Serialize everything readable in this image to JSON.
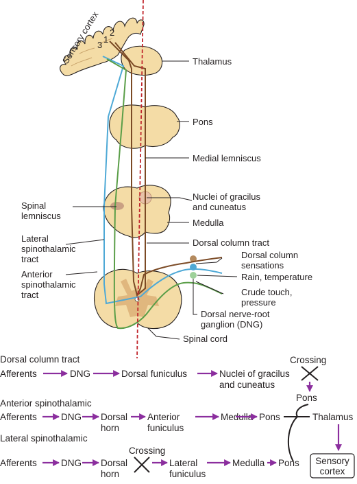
{
  "labels": {
    "cortex": "Sensory cortex",
    "n3": "3",
    "n1": "1",
    "n2": "2",
    "thalamus": "Thalamus",
    "pons": "Pons",
    "medial_lemniscus": "Medial lemniscus",
    "nuclei_1": "Nuclei of gracilus",
    "nuclei_2": "and cuneatus",
    "spinal_lem_1": "Spinal",
    "spinal_lem_2": "lemniscus",
    "medulla": "Medulla",
    "lateral_st_1": "Lateral",
    "lateral_st_2": "spinothalamic",
    "lateral_st_3": "tract",
    "dorsal_col_tract": "Dorsal column tract",
    "anterior_st_1": "Anterior",
    "anterior_st_2": "spinothalamic",
    "anterior_st_3": "tract",
    "dcs_1": "Dorsal column",
    "dcs_2": "sensations",
    "rain_temp": "Rain, temperature",
    "crude_1": "Crude touch,",
    "crude_2": "pressure",
    "dng_1": "Dorsal nerve-root",
    "dng_2": "ganglion (DNG)",
    "spinal_cord": "Spinal cord"
  },
  "flow": {
    "dorsal": {
      "heading": "Dorsal column tract",
      "steps": [
        "Afferents",
        "DNG",
        "Dorsal funiculus"
      ],
      "nuclei_1": "Nuclei of gracilus",
      "nuclei_2": "and cuneatus",
      "crossing": "Crossing",
      "pons": "Pons"
    },
    "anterior": {
      "heading": "Anterior spinothalamic",
      "afferents": "Afferents",
      "dng": "DNG",
      "horn_1": "Dorsal",
      "horn_2": "horn",
      "fun_1": "Anterior",
      "fun_2": "funiculus",
      "medulla": "Medulla",
      "pons": "Pons",
      "thalamus": "Thalamus"
    },
    "lateral": {
      "heading": "Lateral spinothalamic",
      "afferents": "Afferents",
      "dng": "DNG",
      "horn_1": "Dorsal",
      "horn_2": "horn",
      "crossing": "Crossing",
      "fun_1": "Lateral",
      "fun_2": "funiculus",
      "medulla": "Medulla",
      "pons": "Pons",
      "cortex_1": "Sensory",
      "cortex_2": "cortex"
    }
  },
  "colors": {
    "tissue": "#f4dca6",
    "outline": "#231f20",
    "gray_matter": "#e0b77e",
    "dorsal_tract": "#7b4a25",
    "lateral_tract": "#4ea9d6",
    "anterior_tract": "#5a9e48",
    "midline": "#c1272d",
    "arrow": "#8b2e9e"
  }
}
